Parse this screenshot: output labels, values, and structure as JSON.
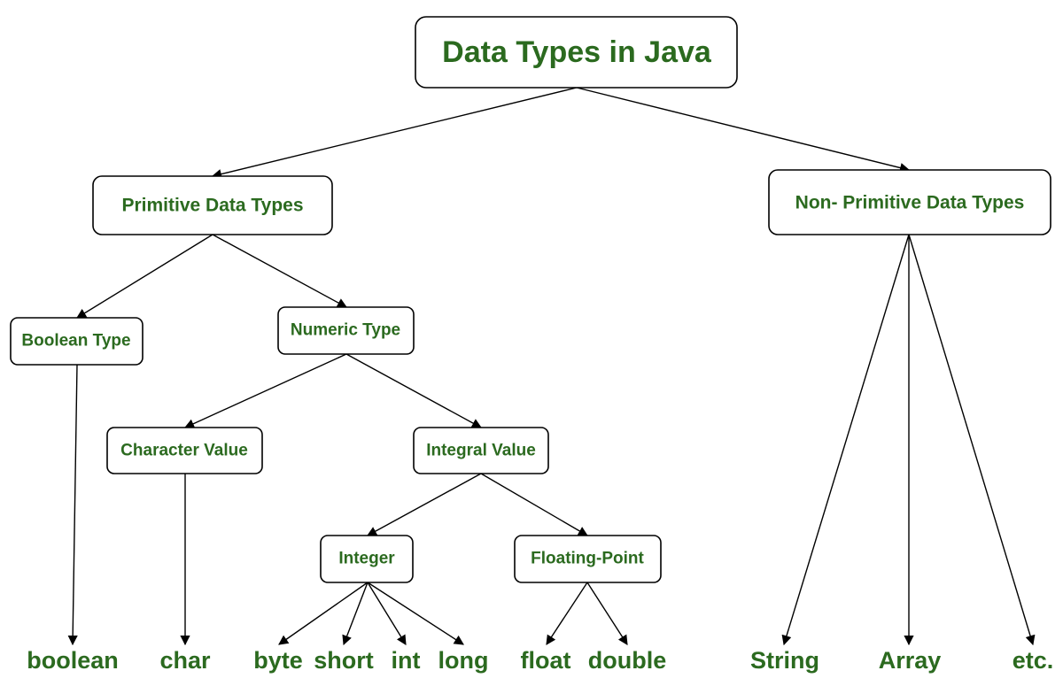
{
  "colors": {
    "text": "#2b6a1f",
    "stroke": "#000000",
    "background": "#ffffff"
  },
  "nodes": {
    "root": "Data Types in Java",
    "primitive": "Primitive Data Types",
    "non_primitive": "Non- Primitive Data Types",
    "boolean_type": "Boolean Type",
    "numeric_type": "Numeric Type",
    "character_value": "Character Value",
    "integral_value": "Integral Value",
    "integer": "Integer",
    "floating_point": "Floating-Point"
  },
  "leaves": {
    "boolean": "boolean",
    "char": "char",
    "byte": "byte",
    "short": "short",
    "int": "int",
    "long": "long",
    "float": "float",
    "double": "double",
    "string": "String",
    "array": "Array",
    "etc": "etc."
  }
}
